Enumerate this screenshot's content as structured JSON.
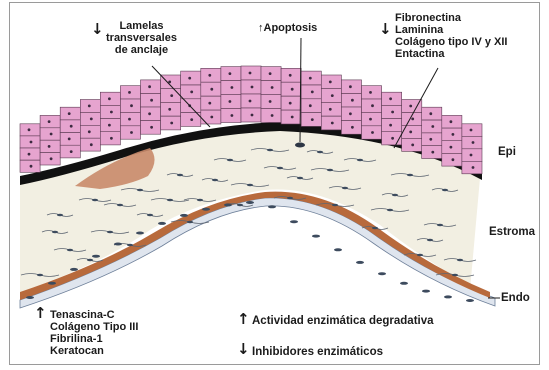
{
  "labels": {
    "anchoring_lamellae": [
      "Lamelas",
      "transversales",
      "de anclaje"
    ],
    "apoptosis": "↑Apoptosis",
    "membrane_proteins": [
      "Fibronectina",
      "Laminina",
      "Colágeno tipo IV y XII",
      "Entactina"
    ],
    "epi": "Epi",
    "stroma": "Estroma",
    "endo": "Endo",
    "scar_proteins": [
      "Tenascina-C",
      "Colágeno Tipo III",
      "Fibrilina-1",
      "Keratocan"
    ],
    "enzyme_activity": "Actividad enzimática degradativa",
    "enzyme_inhibitors": "Inhibidores enzimáticos"
  },
  "arrows": {
    "lamellae": "down",
    "membrane_proteins": "down",
    "scar_proteins": "up",
    "enzyme_activity": "up",
    "enzyme_inhibitors": "down"
  },
  "colors": {
    "epithelium": "#e6a4cf",
    "epithelium_outline": "#5b3a52",
    "nucleus": "#3c2a40",
    "basement_membrane": "#111111",
    "stroma": "#f2efe2",
    "scar": "#c98a6a",
    "descemet": "#c0703f",
    "endothelium": "#8a9cb5"
  }
}
